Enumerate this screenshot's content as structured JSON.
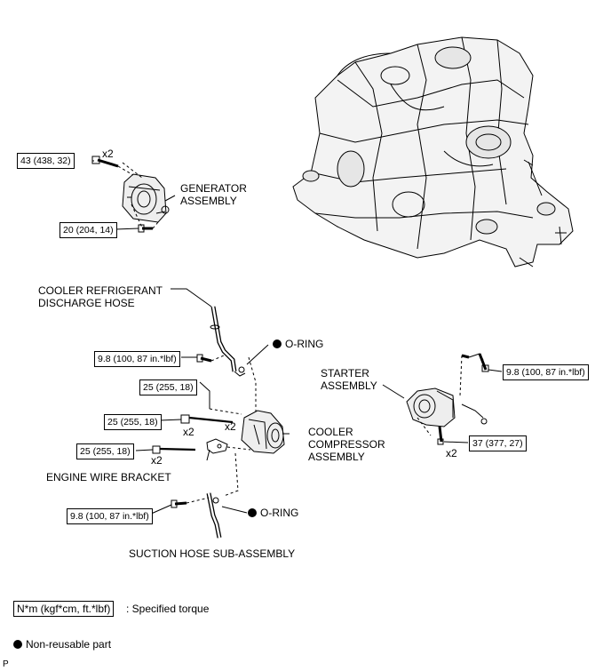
{
  "labels": {
    "generator": [
      "GENERATOR",
      "ASSEMBLY"
    ],
    "discharge_hose": [
      "COOLER REFRIGERANT",
      "DISCHARGE HOSE"
    ],
    "o_ring_top": "O-RING",
    "o_ring_bottom": "O-RING",
    "starter": [
      "STARTER",
      "ASSEMBLY"
    ],
    "compressor": [
      "COOLER",
      "COMPRESSOR",
      "ASSEMBLY"
    ],
    "engine_wire_bracket": "ENGINE WIRE BRACKET",
    "suction_hose": "SUCTION HOSE SUB-ASSEMBLY"
  },
  "torques": {
    "gen_upper": "43 (438, 32)",
    "gen_lower": "20 (204, 14)",
    "hose_discharge": "9.8 (100, 87 in.*lbf)",
    "comp_top": "25 (255, 18)",
    "comp_mid": "25 (255, 18)",
    "comp_lower": "25 (255, 18)",
    "hose_suction": "9.8 (100, 87 in.*lbf)",
    "starter_upper": "9.8 (100, 87 in.*lbf)",
    "starter_lower": "37 (377, 27)"
  },
  "quantities": {
    "gen_upper": "x2",
    "comp_top": "x2",
    "comp_mid": "x2",
    "comp_lower": "x2",
    "starter_lower": "x2"
  },
  "legend": {
    "unit_box": "N*m (kgf*cm, ft.*lbf)",
    "unit_desc": ": Specified torque",
    "nonreusable": "Non-reusable part"
  },
  "corner_mark": "P",
  "icons": {
    "nonreusable_marker": "filled-circle-icon"
  }
}
